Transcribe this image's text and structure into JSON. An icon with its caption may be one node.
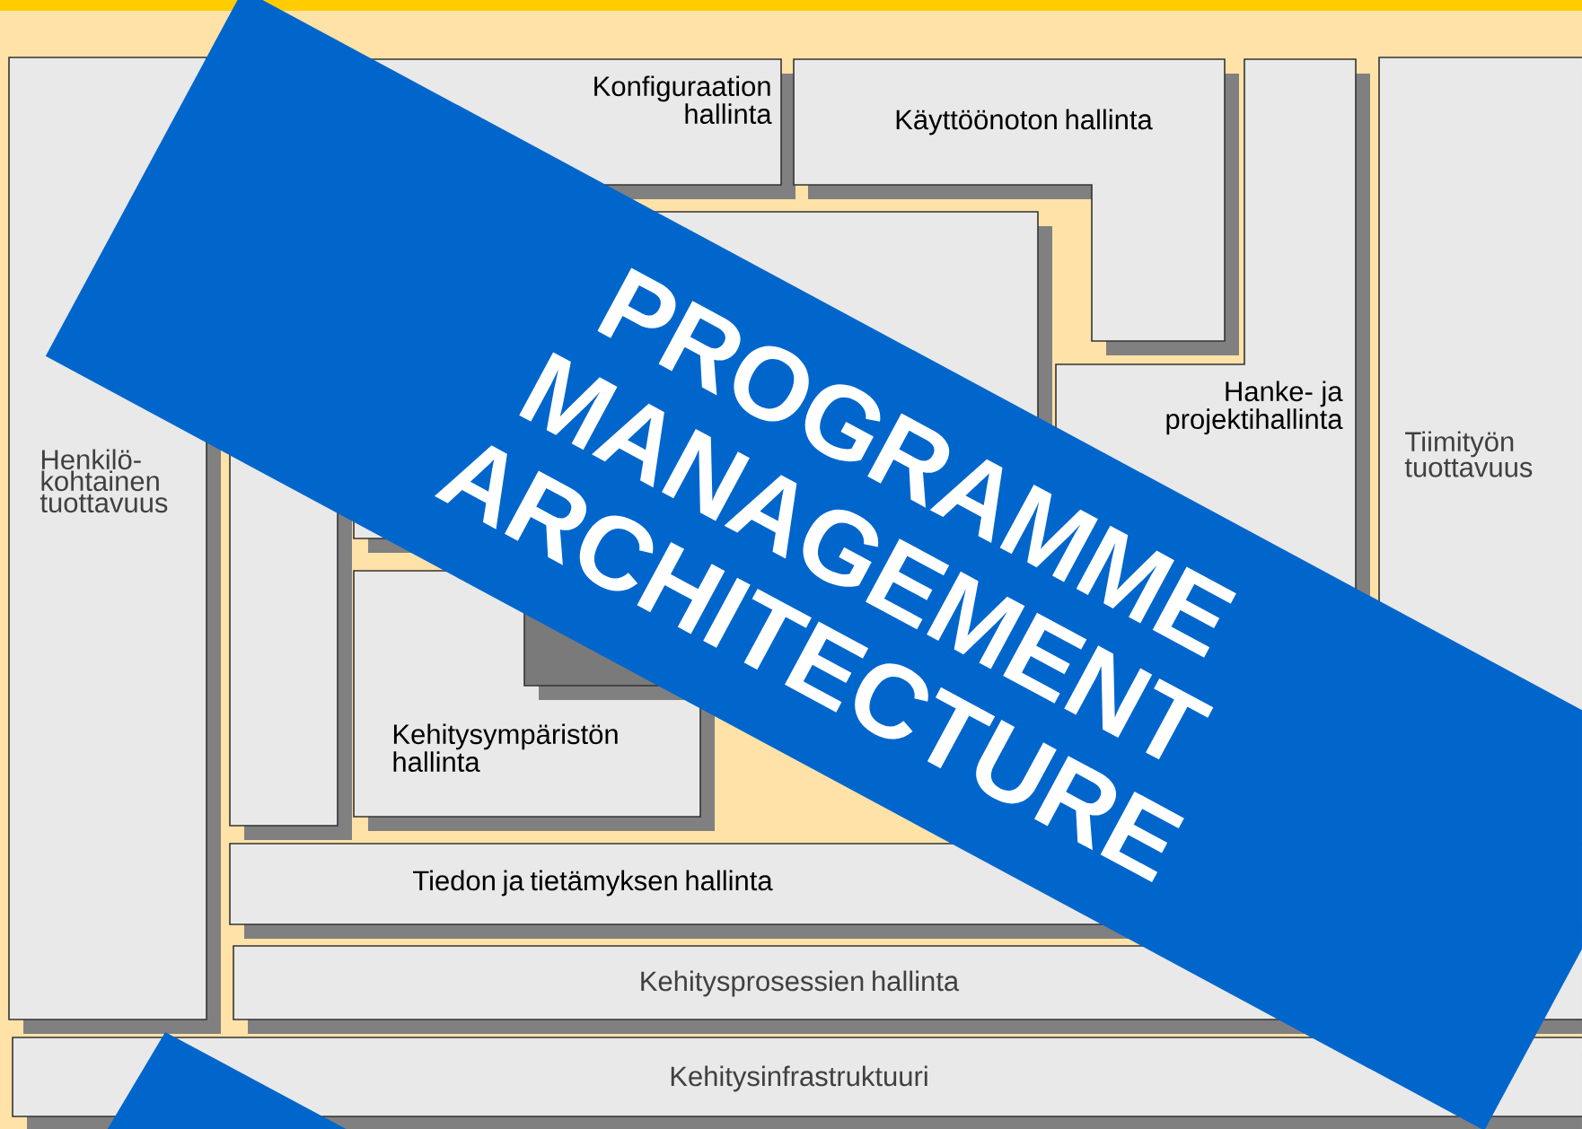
{
  "diagram": {
    "nodes": [
      {
        "text": [
          "Henkilö-kohtainen tuottavuus"
        ]
      },
      {
        "text": [
          "Konfiguraation hallinta"
        ]
      },
      {
        "text": [
          "Käyttöönoton hallinta"
        ]
      },
      {
        "text": [
          "Hanke- ja projektihallinta"
        ]
      },
      {
        "text": [
          "Tiimityön tuottavuus"
        ]
      },
      {
        "text": [],
        "shape": "box"
      },
      {
        "text": [],
        "shape": "box"
      },
      {
        "text": [
          "Kehitysympäristön hallinta"
        ]
      },
      {
        "text": [],
        "shape": "box"
      },
      {
        "text": [
          "Tiedon ja tietämyksen hallinta"
        ]
      },
      {
        "text": [
          "Kehitysprosessien hallinta"
        ]
      },
      {
        "text": [
          "Kehitysinfrastruktuuri"
        ]
      }
    ],
    "labels": [
      "PROGRAMME MANAGEMENT ARCHITECTURE"
    ]
  }
}
